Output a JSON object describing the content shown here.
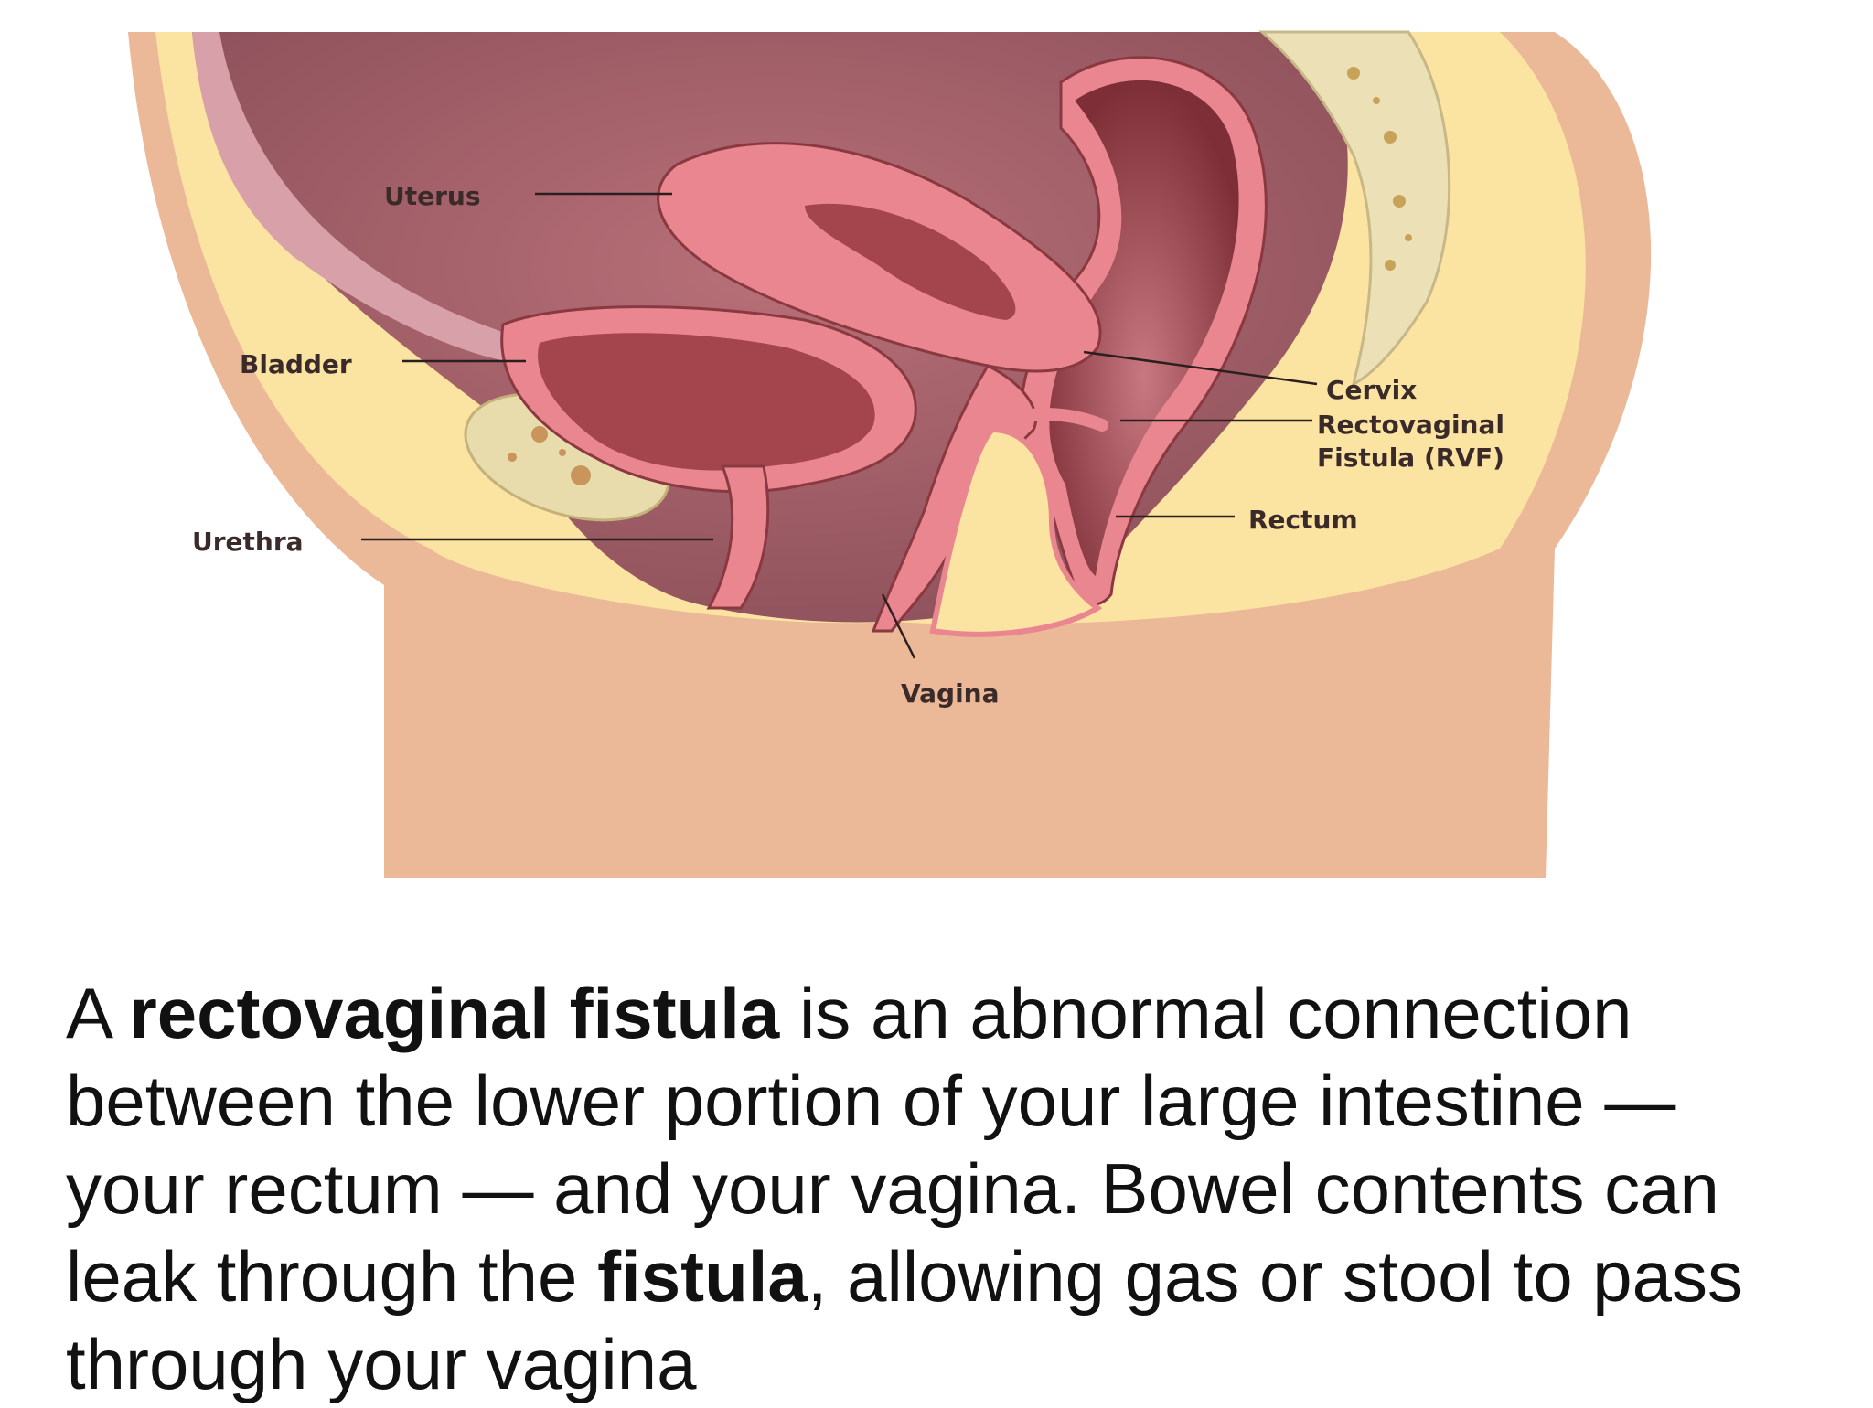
{
  "diagram": {
    "labels": {
      "uterus": "Uterus",
      "bladder": "Bladder",
      "urethra": "Urethra",
      "vagina": "Vagina",
      "cervix": "Cervix",
      "rvf_line1": "Rectovaginal",
      "rvf_line2": "Fistula (RVF)",
      "rectum": "Rectum"
    },
    "colors": {
      "skin": "#ebb898",
      "fat": "#fbe3a2",
      "cavity": "#9c5f68",
      "organ_wall": "#e9868f",
      "organ_lumen": "#a4444c",
      "spine": "#ece0b6"
    }
  },
  "caption": {
    "p1": "A ",
    "b1": "rectovaginal fistula",
    "p2": " is an abnormal connection between the lower portion of your large intestine — your rectum — and your vagina. Bowel contents can leak through the ",
    "b2": "fistula",
    "p3": ", allowing gas or stool to pass through your vagina"
  }
}
